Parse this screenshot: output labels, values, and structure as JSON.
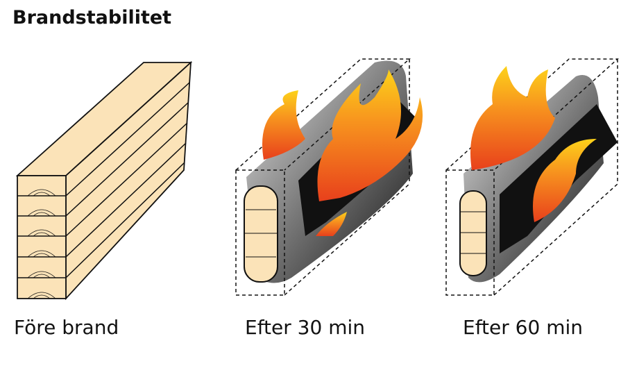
{
  "title": "Brandstabilitet",
  "stages": [
    {
      "label": "Före brand"
    },
    {
      "label": "Efter 30 min"
    },
    {
      "label": "Efter 60 min"
    }
  ],
  "colors": {
    "wood": "#fbe3b8",
    "char": "#1a1a1a",
    "flame_outer": "#e8401c",
    "flame_inner": "#fdb813"
  }
}
